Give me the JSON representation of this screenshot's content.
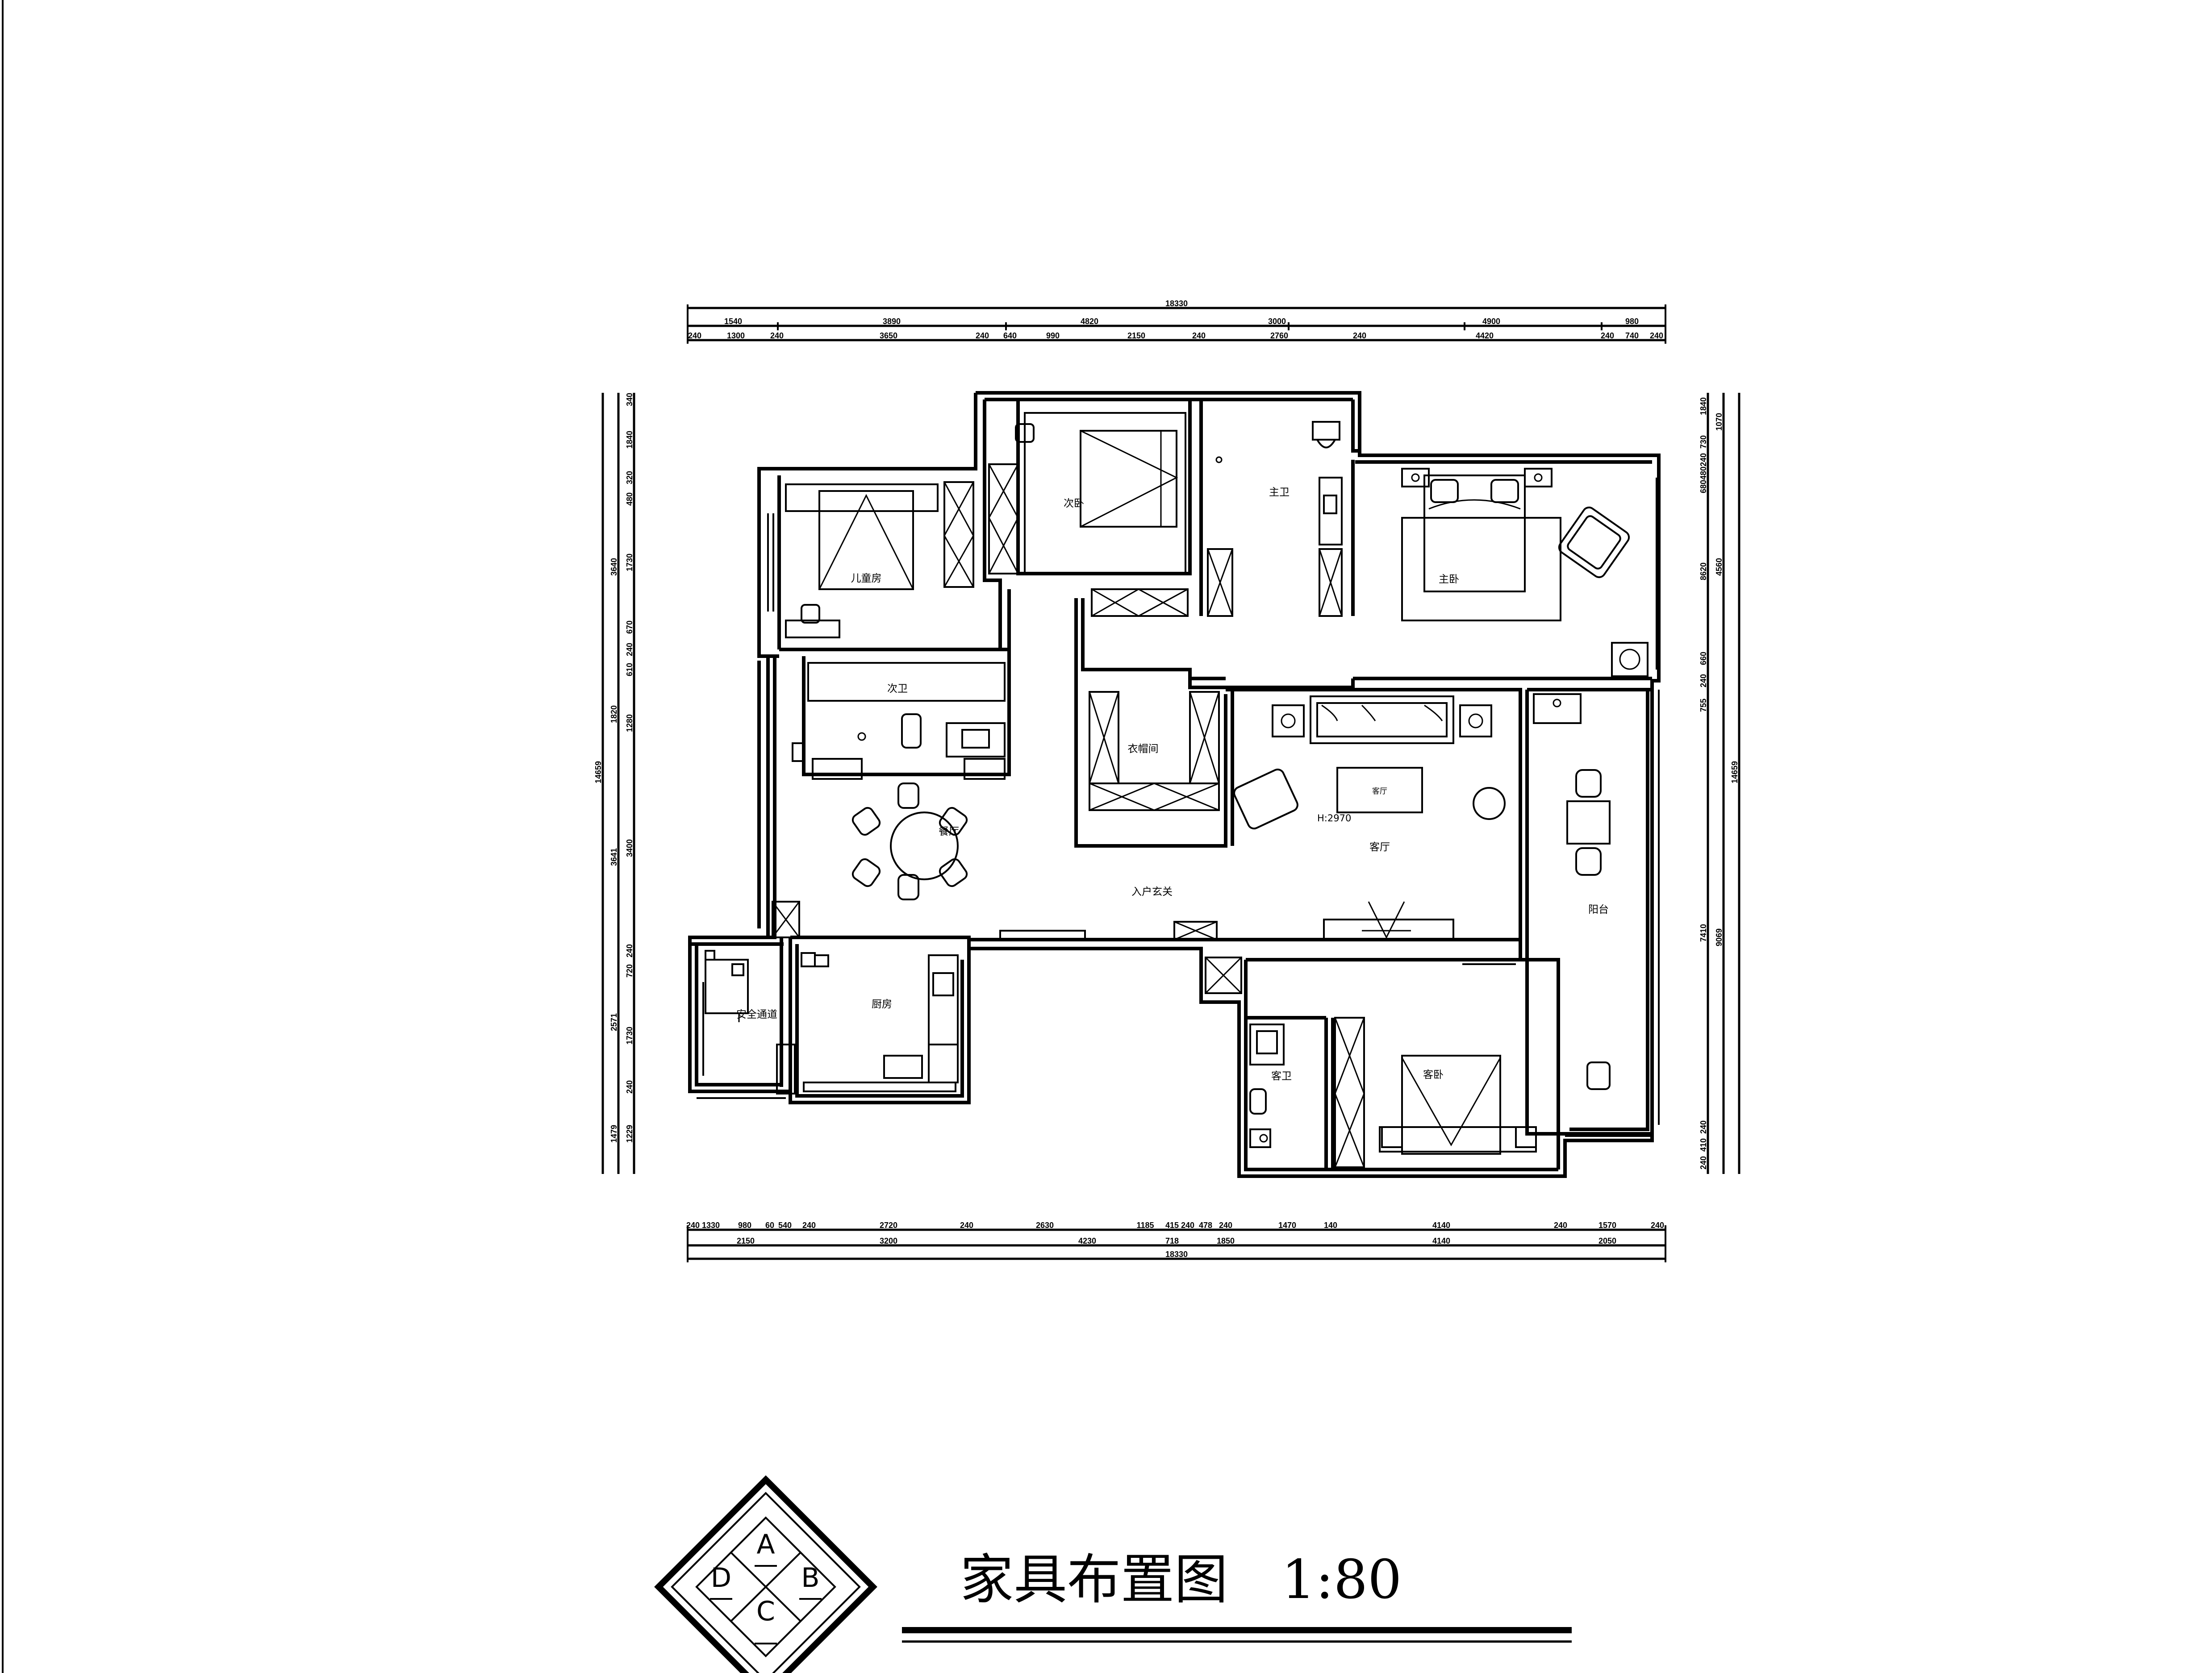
{
  "title": "家具布置图",
  "scale": "1:80",
  "rooms": {
    "children_room": "儿童房",
    "second_bedroom": "次卧",
    "master_bath": "主卫",
    "master_bedroom": "主卧",
    "second_bath": "次卫",
    "cloakroom": "衣帽间",
    "living_room": "客厅",
    "living_tag": "客厅",
    "ceiling_height": "H:2970",
    "dining": "餐厅",
    "entrance": "入户玄关",
    "balcony": "阳台",
    "safe_passage": "安全通道",
    "kitchen": "厨房",
    "guest_bath": "客卫",
    "guest_bedroom": "客卧"
  },
  "dimensions": {
    "top_total": "18330",
    "top_row1": [
      "1540",
      "3890",
      "4820",
      "3000",
      "4900",
      "980"
    ],
    "top_row2": [
      "240",
      "1300",
      "240",
      "3650",
      "240",
      "640",
      "990",
      "2150",
      "240",
      "2760",
      "240",
      "4420",
      "240",
      "740",
      "240"
    ],
    "bottom_row1": [
      "240",
      "1330",
      "980",
      "60",
      "540",
      "240",
      "2720",
      "240",
      "2630",
      "1185",
      "415",
      "240",
      "478",
      "240",
      "1470",
      "140",
      "4140",
      "240",
      "1570",
      "240"
    ],
    "bottom_row2": [
      "2150",
      "3200",
      "4230",
      "718",
      "1850",
      "4140",
      "2050"
    ],
    "bottom_total": "18330",
    "left_total": "14659",
    "left_mid": [
      "3640",
      "1820",
      "3641",
      "2571"
    ],
    "left_detail": [
      "340",
      "1840",
      "320",
      "480",
      "1730",
      "670",
      "240",
      "610",
      "1280",
      "3400",
      "240",
      "720",
      "1730",
      "240",
      "1229",
      "1479"
    ],
    "right_total": "14659",
    "right_mid": [
      "4560",
      "9069"
    ],
    "right_detail": [
      "1840",
      "1070",
      "730",
      "240",
      "480",
      "680",
      "8620",
      "660",
      "240",
      "755",
      "7410",
      "240",
      "410",
      "240"
    ]
  },
  "legend": {
    "a": "A",
    "b": "B",
    "c": "C",
    "d": "D"
  }
}
